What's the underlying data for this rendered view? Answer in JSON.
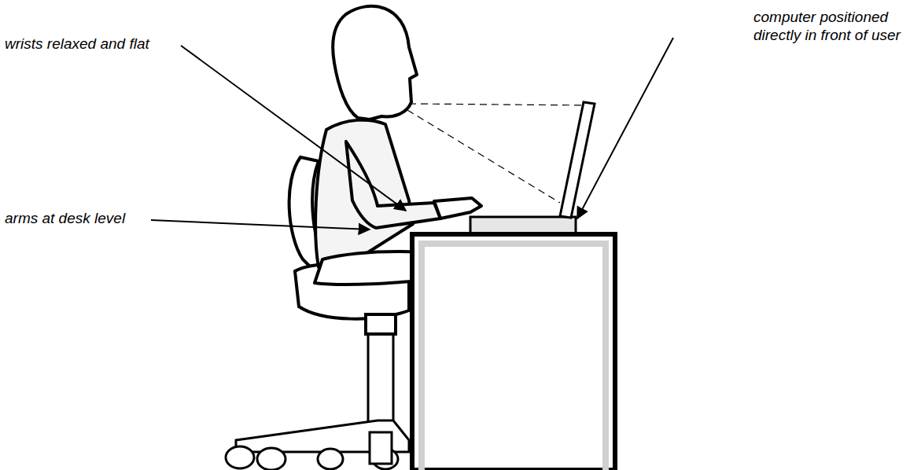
{
  "diagram": {
    "labels": [
      "wrists relaxed and flat",
      "computer positioned directly in front of user",
      "arms at desk level"
    ]
  }
}
